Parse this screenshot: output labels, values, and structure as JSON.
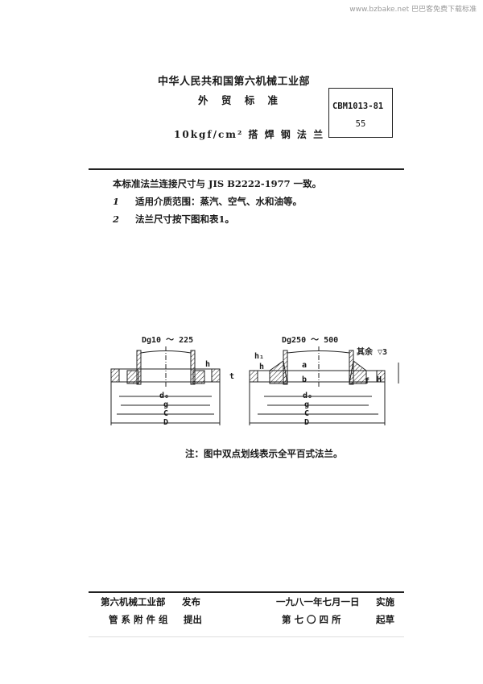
{
  "watermark": "www.bzbake.net 巴巴客免费下载标准",
  "header": {
    "ministry": "中华人民共和国第六机械工业部",
    "standard_type": "外 贸 标 准",
    "title": "10kgf/cm² 搭 焊 钢 法 兰",
    "code": "CBM1013-81",
    "page": "55"
  },
  "body": {
    "intro": "本标准法兰连接尺寸与 JIS B2222-1977 一致。",
    "items": [
      {
        "num": "1",
        "text": "适用介质范围：蒸汽、空气、水和油等。"
      },
      {
        "num": "2",
        "text": "法兰尺寸按下图和表1。"
      }
    ]
  },
  "figures": {
    "left_caption": "Dg10 ～ 225",
    "right_caption": "Dg250 ～ 500",
    "roughness": "其余 ▽3",
    "dims": {
      "d0": "d₀",
      "g": "g",
      "c": "C",
      "D": "D",
      "a": "a",
      "b": "b",
      "h": "h",
      "h1": "h₁",
      "t": "t",
      "f": "f",
      "H": "H"
    },
    "note": "注：图中双点划线表示全平百式法兰。"
  },
  "footer": {
    "issuer": "第六机械工业部",
    "issued": "发布",
    "effective_date": "一九八一年七月一日",
    "effective": "实施",
    "proposer": "管 系 附 件 组",
    "proposed": "提出",
    "drafter": "第 七 〇 四 所",
    "drafted": "起草"
  }
}
